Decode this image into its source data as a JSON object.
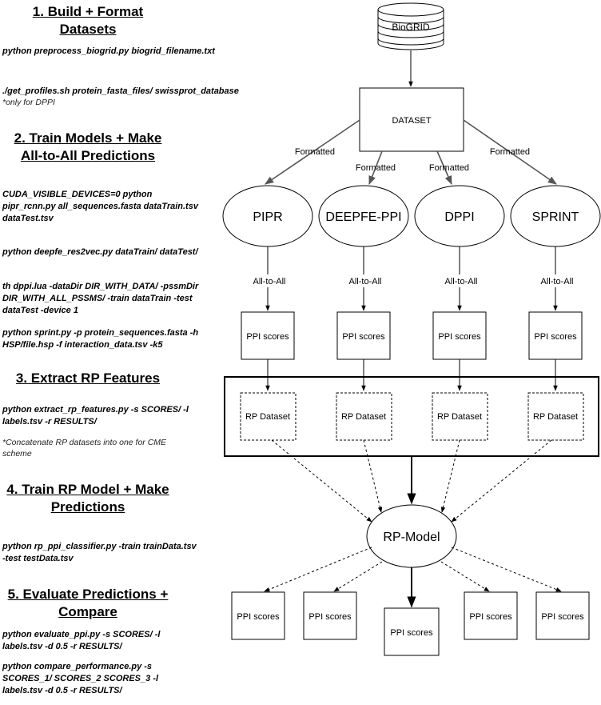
{
  "steps": {
    "s1": {
      "title_line1": "1. Build + Format",
      "title_line2": "Datasets",
      "cmd1": "python preprocess_biogrid.py biogrid_filename.txt",
      "cmd2": "./get_profiles.sh protein_fasta_files/ swissprot_database",
      "note": "*only for DPPI"
    },
    "s2": {
      "title_line1": "2. Train Models + Make",
      "title_line2": "All-to-All Predictions",
      "cmd1": [
        "CUDA_VISIBLE_DEVICES=0 python",
        "pipr_rcnn.py all_sequences.fasta dataTrain.tsv",
        "dataTest.tsv"
      ],
      "cmd2": "python deepfe_res2vec.py dataTrain/ dataTest/",
      "cmd3": [
        "th dppi.lua -dataDir DIR_WITH_DATA/ -pssmDir",
        "DIR_WITH_ALL_PSSMS/ -train dataTrain -test",
        "dataTest -device 1"
      ],
      "cmd4": [
        "python sprint.py -p protein_sequences.fasta -h",
        "HSP/file.hsp -f interaction_data.tsv -k5"
      ]
    },
    "s3": {
      "title": "3. Extract RP Features",
      "cmd": [
        "python extract_rp_features.py -s SCORES/ -l",
        "labels.tsv -r RESULTS/"
      ],
      "note": [
        "*Concatenate RP datasets into one for CME",
        "scheme"
      ]
    },
    "s4": {
      "title_line1": "4. Train RP Model + Make",
      "title_line2": "Predictions",
      "cmd": [
        "python rp_ppi_classifier.py -train trainData.tsv",
        "-test testData.tsv"
      ]
    },
    "s5": {
      "title_line1": "5. Evaluate Predictions +",
      "title_line2": "Compare",
      "cmd1": [
        "python evaluate_ppi.py -s SCORES/ -l",
        "labels.tsv -d 0.5 -r RESULTS/"
      ],
      "cmd2": [
        "python compare_performance.py -s",
        "SCORES_1/ SCORES_2 SCORES_3 -l",
        "labels.tsv -d 0.5 -r RESULTS/"
      ]
    }
  },
  "diagram": {
    "database": "BioGRID",
    "dataset": "DATASET",
    "edge_formatted": "Formatted",
    "edge_all_to_all": "All-to-All",
    "models": [
      "PIPR",
      "DEEPFE-PPI",
      "DPPI",
      "SPRINT"
    ],
    "ppi_scores": "PPI scores",
    "rp_dataset": "RP Dataset",
    "rp_model": "RP-Model"
  }
}
